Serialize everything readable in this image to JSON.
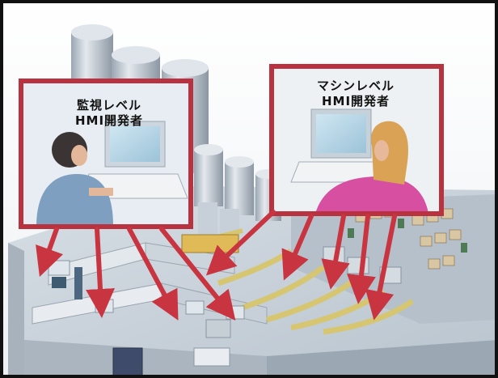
{
  "callouts": {
    "supervisory": {
      "line1": "監視レベル",
      "line2": "HMI開発者"
    },
    "machine": {
      "line1": "マシンレベル",
      "line2": "HMI開発者"
    }
  },
  "colors": {
    "frame": "#111111",
    "callout_border": "#b8323f",
    "arrow": "#c8343f",
    "floor": "#c9d3dc",
    "tanks": "#cfd6de",
    "worker_left_shirt": "#7f9fc0",
    "worker_right_shirt": "#d64fa0",
    "conveyor_bottles": "#e8d98a"
  }
}
